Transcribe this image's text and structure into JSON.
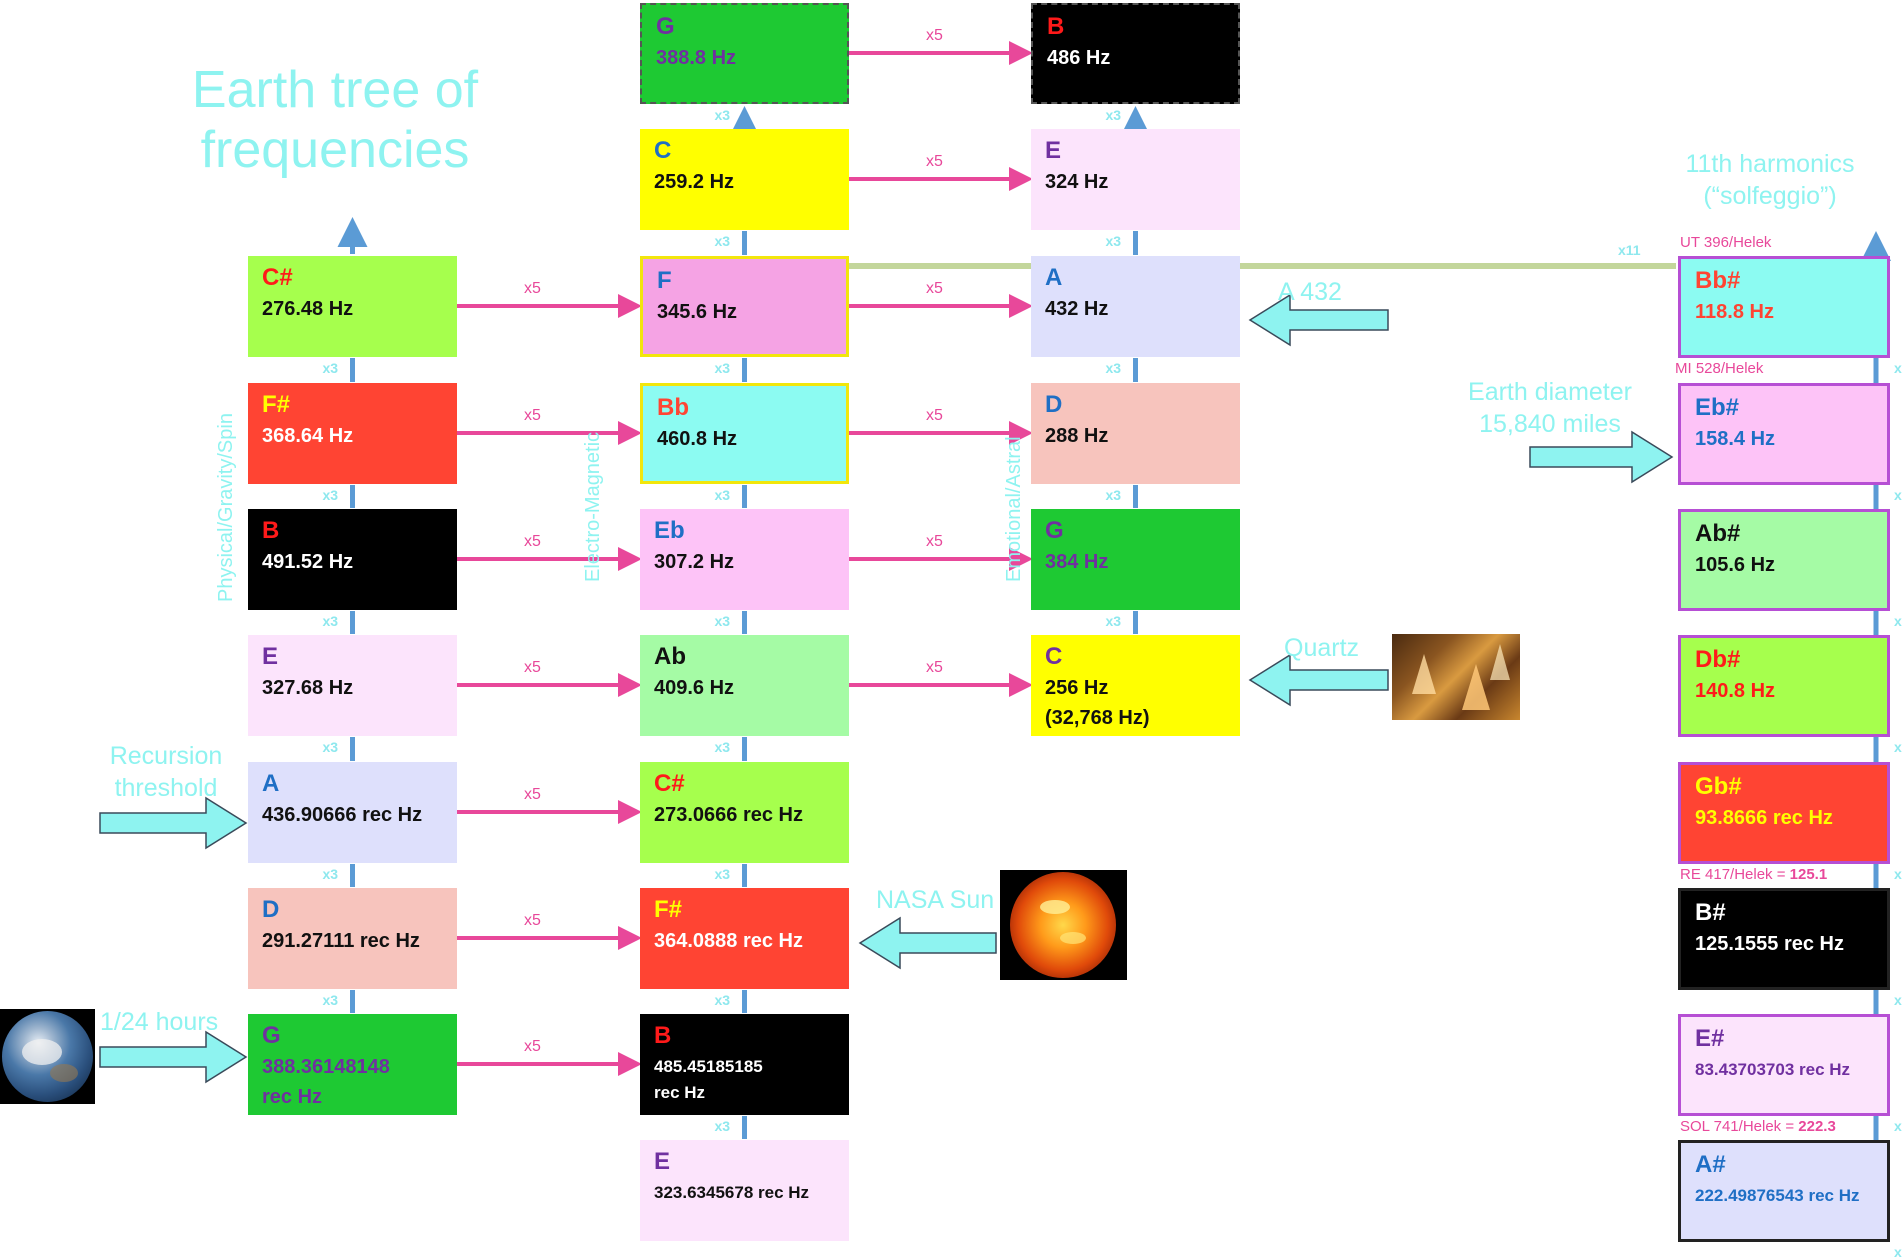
{
  "title_lines": [
    "Earth tree of",
    "frequencies"
  ],
  "column_labels": {
    "physical": "Physical/Gravity/Spin",
    "electro": "Electro-Magnetic",
    "emotional": "Emotional/Astral"
  },
  "side_labels": {
    "harmonics_line1": "11th harmonics",
    "harmonics_line2": "(“solfeggio”)",
    "earth_diameter_line1": "Earth diameter",
    "earth_diameter_line2": "15,840 miles",
    "recursion_line1": "Recursion",
    "recursion_line2": "threshold",
    "hours": "1/24 hours",
    "a432": "A 432",
    "quartz": "Quartz",
    "nasa_sun": "NASA Sun"
  },
  "multipliers": {
    "x5": "x5",
    "x3": "x3",
    "x11": "x11"
  },
  "solfeggio_labels": {
    "ut": "UT 396/Helek",
    "mi": "MI 528/Helek",
    "re_prefix": "RE 417/Helek = ",
    "re_value": "125.1",
    "sol_prefix": "SOL 741/Helek = ",
    "sol_value": "222.3"
  },
  "colors": {
    "pink_arrow": "#e8489a",
    "blue_arrow": "#5b9bd5",
    "green_line": "#c3d69b",
    "cyan_text": "#8ef3f0"
  },
  "columns": [
    {
      "id": "physical",
      "boxes": [
        {
          "note": "C#",
          "freq": "276.48 Hz",
          "bg": "#a6ff4d",
          "note_color": "#ff1a1a",
          "freq_color": "#111111"
        },
        {
          "note": "F#",
          "freq": "368.64 Hz",
          "bg": "#ff4433",
          "note_color": "#ffff00",
          "freq_color": "#ffffff"
        },
        {
          "note": "B",
          "freq": "491.52 Hz",
          "bg": "#000000",
          "note_color": "#ff1a1a",
          "freq_color": "#ffffff"
        },
        {
          "note": "E",
          "freq": "327.68  Hz",
          "bg": "#fce4fc",
          "note_color": "#7030a0",
          "freq_color": "#111111"
        },
        {
          "note": "A",
          "freq": "436.90666 rec Hz",
          "bg": "#dee0fc",
          "note_color": "#1f6fc5",
          "freq_color": "#111111"
        },
        {
          "note": "D",
          "freq": "291.27111 rec Hz",
          "bg": "#f7c4bd",
          "note_color": "#1f6fc5",
          "freq_color": "#111111"
        },
        {
          "note": "G",
          "freq": "388.36148148\nrec Hz",
          "bg": "#1ec933",
          "note_color": "#7030a0",
          "freq_color": "#7030a0"
        }
      ]
    },
    {
      "id": "electro",
      "boxes": [
        {
          "note": "G",
          "freq": "388.8 Hz",
          "bg": "#1ec933",
          "note_color": "#7030a0",
          "freq_color": "#7030a0",
          "border": "dashed"
        },
        {
          "note": "C",
          "freq": "259.2 Hz",
          "bg": "#ffff00",
          "note_color": "#1f6fc5",
          "freq_color": "#111111"
        },
        {
          "note": "F",
          "freq": "345.6 Hz",
          "bg": "#f5a3e4",
          "note_color": "#1f6fc5",
          "freq_color": "#111111",
          "border": "bold"
        },
        {
          "note": "Bb",
          "freq": "460.8 Hz",
          "bg": "#8cfbf2",
          "note_color": "#ff4433",
          "freq_color": "#111111",
          "border": "bold"
        },
        {
          "note": "Eb",
          "freq": "307.2 Hz",
          "bg": "#fdc3f7",
          "note_color": "#1f6fc5",
          "freq_color": "#111111"
        },
        {
          "note": "Ab",
          "freq": "409.6 Hz",
          "bg": "#a5fba5",
          "note_color": "#111111",
          "freq_color": "#111111"
        },
        {
          "note": "C#",
          "freq": "273.0666 rec Hz",
          "bg": "#a6ff4d",
          "note_color": "#ff1a1a",
          "freq_color": "#111111"
        },
        {
          "note": "F#",
          "freq": "364.0888 rec Hz",
          "bg": "#ff4433",
          "note_color": "#ffff00",
          "freq_color": "#ffffff"
        },
        {
          "note": "B",
          "freq": "485.45185185\nrec Hz",
          "bg": "#000000",
          "note_color": "#ff1a1a",
          "freq_color": "#ffffff",
          "small": true
        },
        {
          "note": "E",
          "freq": "323.6345678 rec Hz",
          "bg": "#fce4fc",
          "note_color": "#7030a0",
          "freq_color": "#111111",
          "small": true
        }
      ]
    },
    {
      "id": "emotional",
      "boxes": [
        {
          "note": "B",
          "freq": "486 Hz",
          "bg": "#000000",
          "note_color": "#ff1a1a",
          "freq_color": "#ffffff",
          "border": "dashed"
        },
        {
          "note": "E",
          "freq": "324 Hz",
          "bg": "#fce4fc",
          "note_color": "#7030a0",
          "freq_color": "#111111"
        },
        {
          "note": "A",
          "freq": "432 Hz",
          "bg": "#dee0fc",
          "note_color": "#1f6fc5",
          "freq_color": "#111111"
        },
        {
          "note": "D",
          "freq": " 288 Hz",
          "bg": "#f7c4bd",
          "note_color": "#1f6fc5",
          "freq_color": "#111111"
        },
        {
          "note": "G",
          "freq": "384 Hz",
          "bg": "#1ec933",
          "note_color": "#7030a0",
          "freq_color": "#7030a0"
        },
        {
          "note": "C",
          "freq": "256 Hz\n(32,768 Hz)",
          "bg": "#ffff00",
          "note_color": "#7030a0",
          "freq_color": "#111111"
        }
      ]
    },
    {
      "id": "solfeggio",
      "boxes": [
        {
          "note": "Bb#",
          "freq": "118.8 Hz",
          "bg": "#8cfbf2",
          "note_color": "#ff4433",
          "freq_color": "#ff4433"
        },
        {
          "note": "Eb#",
          "freq": "158.4 Hz",
          "bg": "#fdc3f7",
          "note_color": "#1f6fc5",
          "freq_color": "#1f6fc5"
        },
        {
          "note": "Ab#",
          "freq": "105.6 Hz",
          "bg": "#a5fba5",
          "note_color": "#111111",
          "freq_color": "#111111"
        },
        {
          "note": "Db#",
          "freq": "140.8 Hz",
          "bg": "#a6ff4d",
          "note_color": "#ff1a1a",
          "freq_color": "#ff1a1a"
        },
        {
          "note": "Gb#",
          "freq": "93.8666 rec Hz",
          "bg": "#ff4433",
          "note_color": "#ffff00",
          "freq_color": "#ffff00"
        },
        {
          "note": "B#",
          "freq": "125.1555 rec Hz",
          "bg": "#000000",
          "note_color": "#ffffff",
          "freq_color": "#ffffff",
          "black_border": true
        },
        {
          "note": "E#",
          "freq": "83.43703703 rec Hz",
          "bg": "#fce4fc",
          "note_color": "#7030a0",
          "freq_color": "#7030a0",
          "small": true
        },
        {
          "note": "A#",
          "freq": "222.49876543 rec Hz",
          "bg": "#dee0fc",
          "note_color": "#1f6fc5",
          "freq_color": "#1f6fc5",
          "small": true,
          "black_border": true
        }
      ]
    }
  ]
}
